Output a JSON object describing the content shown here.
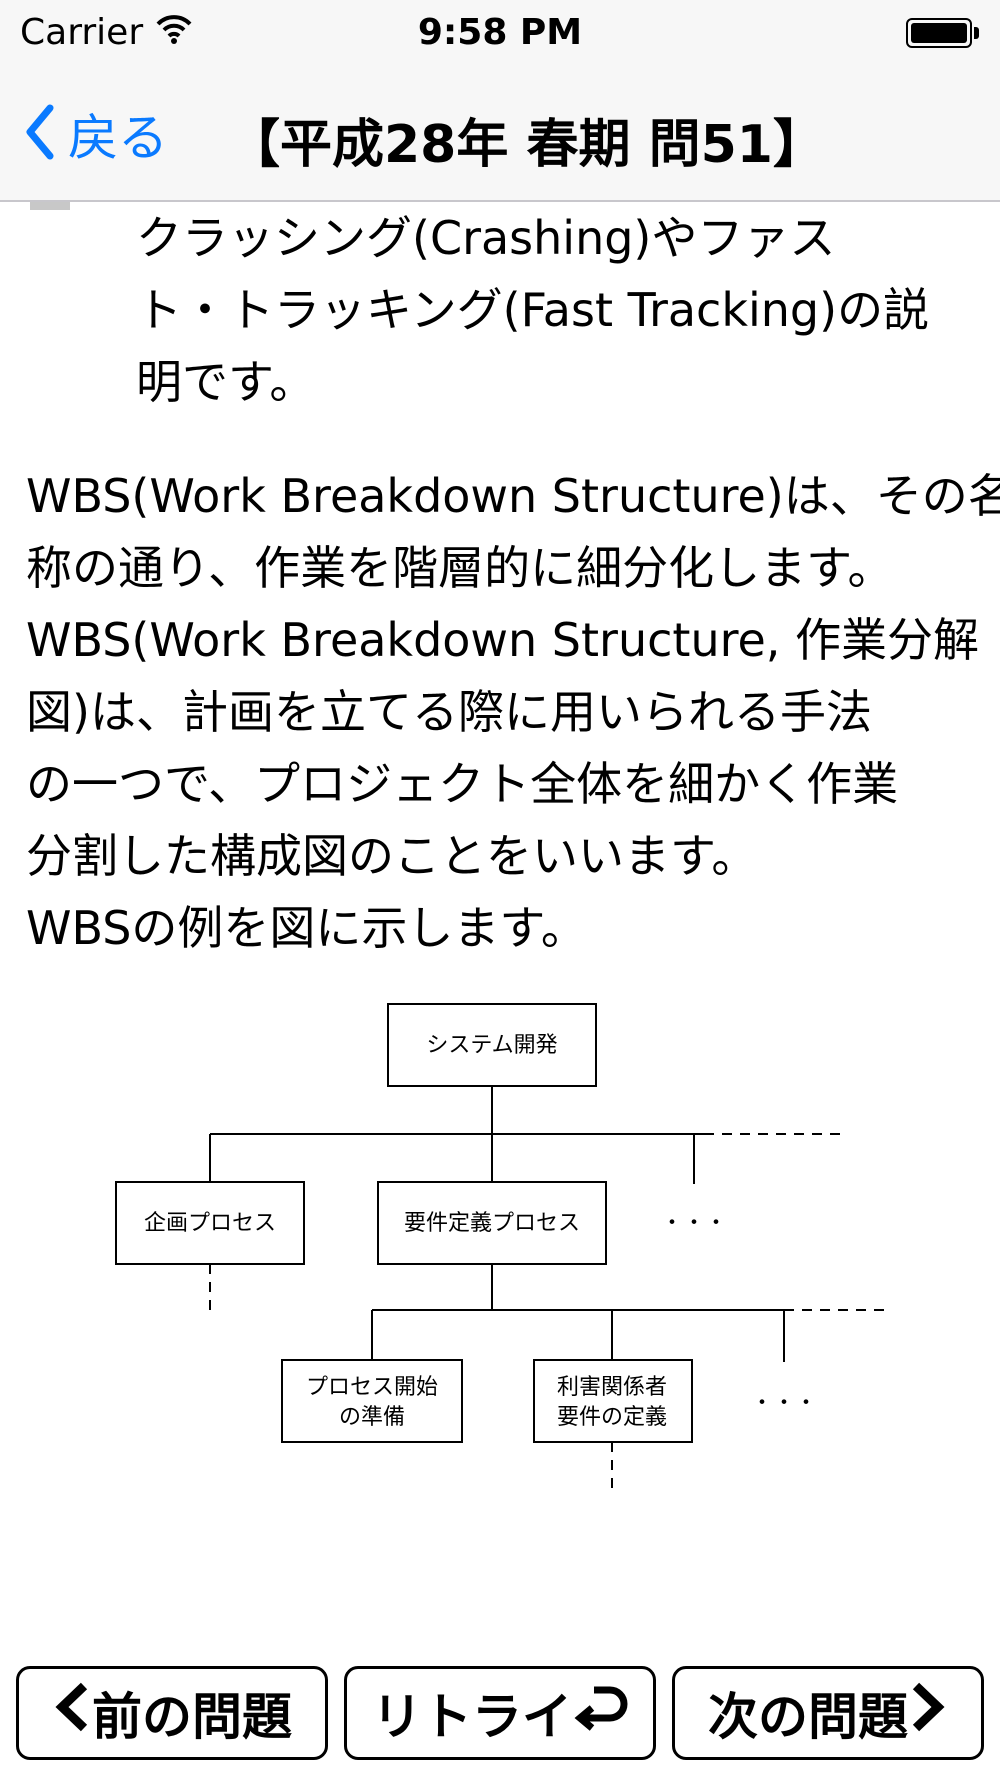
{
  "status_bar": {
    "carrier": "Carrier",
    "time": "9:58 PM"
  },
  "nav": {
    "back_label": "戻る",
    "title": "【平成28年 春期 問51】"
  },
  "content": {
    "indented_lines": [
      "クラッシング(Crashing)やファス",
      "ト・トラッキング(Fast Tracking)の説",
      "明です。"
    ],
    "paragraph_lines": [
      "WBS(Work Breakdown Structure)は、その名",
      "称の通り、作業を階層的に細分化します。",
      "WBS(Work Breakdown Structure, 作業分解",
      "図)は、計画を立てる際に用いられる手法",
      "の一つで、プロジェクト全体を細かく作業",
      "分割した構成図のことをいいます。",
      "WBSの例を図に示します。"
    ]
  },
  "diagram": {
    "root": "システム開発",
    "level1": [
      "企画プロセス",
      "要件定義プロセス"
    ],
    "level1_more": "・・・",
    "level2_line1": [
      "プロセス開始",
      "利害関係者"
    ],
    "level2_line2": [
      "の準備",
      "要件の定義"
    ],
    "level2_more": "・・・"
  },
  "buttons": {
    "prev": "前の問題",
    "retry": "リトライ",
    "next": "次の問題"
  }
}
